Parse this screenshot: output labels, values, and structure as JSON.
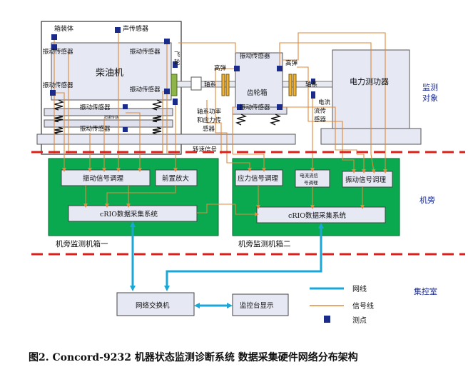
{
  "caption": "图2. Concord-9232  机器状态监测诊断系统  数据采集硬件网络分布架构",
  "zones": {
    "monitor_object": [
      "监测",
      "对象"
    ],
    "machine_side": "机旁",
    "control_room": "集控室"
  },
  "machine": {
    "enclosure": "箱装体",
    "sound_sensor": "声传感器",
    "engine": "柴油机",
    "flywheel": [
      "飞",
      "轮"
    ],
    "vib_sensor": "振动传感器",
    "tiny_sensor": "扭振传感",
    "elastic_left": "高弹",
    "elastic_right": "高弹",
    "shaft_left": "轴系",
    "shaft_right": "轴系",
    "gearbox": "齿轮箱",
    "dynamometer": "电力测功器",
    "shaft_power": [
      "轴系功率",
      "和应力传",
      "感器"
    ],
    "current_sensor": [
      "电流",
      "流传",
      "感器"
    ],
    "speed_signal": "转速信号"
  },
  "cabinets": {
    "box1": {
      "label": "机旁监测机箱一",
      "vib_cond": "振动信号调理",
      "preamp": "前置放大",
      "crio": "cRIO数据采集系统"
    },
    "box2": {
      "label": "机旁监测机箱二",
      "stress_cond": "应力信号调理",
      "current_cond": [
        "电流流信",
        "号调理"
      ],
      "vib_cond": "振动信号调理",
      "crio": "cRIO数据采集系统"
    }
  },
  "control": {
    "switch": "网络交换机",
    "monitor": "监控台显示"
  },
  "legend": {
    "network": "网线",
    "signal": "信号线",
    "point": "测点"
  },
  "colors": {
    "cabinet_green": "#0aa84f",
    "box_fill": "#e6e8f4",
    "network_line": "#1aa7d8",
    "signal_line": "#e08a3a",
    "sensor_square": "#1a2b8a",
    "divider_red": "#d9201c"
  }
}
